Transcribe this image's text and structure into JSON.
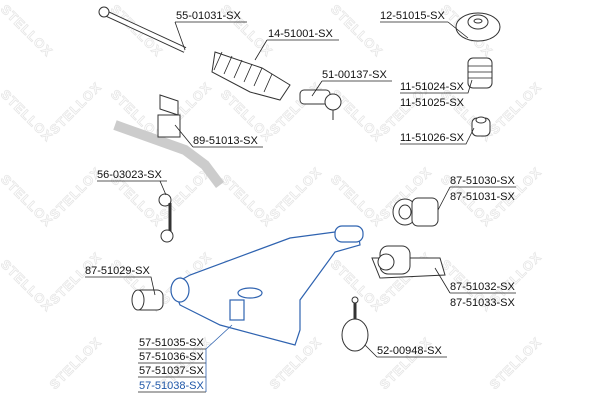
{
  "watermark": "STELLOX",
  "colors": {
    "arm": "#2f63b0",
    "highlight_label": "#1f57a8",
    "parts": "#333333"
  },
  "labels": {
    "tie_rod": "55-01031-SX",
    "boot": "14-51001-SX",
    "strut_mount": "12-51015-SX",
    "tie_rod_end": "51-00137-SX",
    "bump_stop_a": "11-51024-SX",
    "bump_stop_b": "11-51025-SX",
    "stab_bushing": "89-51013-SX",
    "bump_stop_c": "11-51026-SX",
    "stab_link": "56-03023-SX",
    "bushing_rear_a": "87-51030-SX",
    "bushing_rear_b": "87-51031-SX",
    "bushing_front": "87-51029-SX",
    "bushing_bracket_a": "87-51032-SX",
    "bushing_bracket_b": "87-51033-SX",
    "control_arm_1": "57-51035-SX",
    "control_arm_2": "57-51036-SX",
    "control_arm_3": "57-51037-SX",
    "control_arm_4": "57-51038-SX",
    "ball_joint": "52-00948-SX"
  }
}
